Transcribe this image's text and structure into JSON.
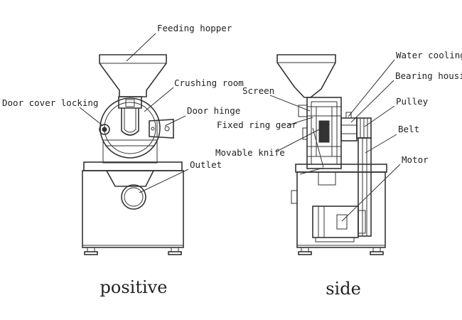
{
  "labels": {
    "feeding_hopper": "Feeding hopper",
    "crushing_room": "Crushing room",
    "door_cover_locking": "Door cover locking",
    "door_hinge": "Door hinge",
    "outlet": "Outlet",
    "water_cooling": "Water cooling",
    "bearing_housing": "Bearing housing",
    "screen": "Screen",
    "pulley": "Pulley",
    "fixed_ring_gear": "Fixed ring gear",
    "belt": "Belt",
    "movable_knife": "Movable knife",
    "motor": "Motor"
  },
  "captions": {
    "positive": "positive",
    "side": "side"
  }
}
